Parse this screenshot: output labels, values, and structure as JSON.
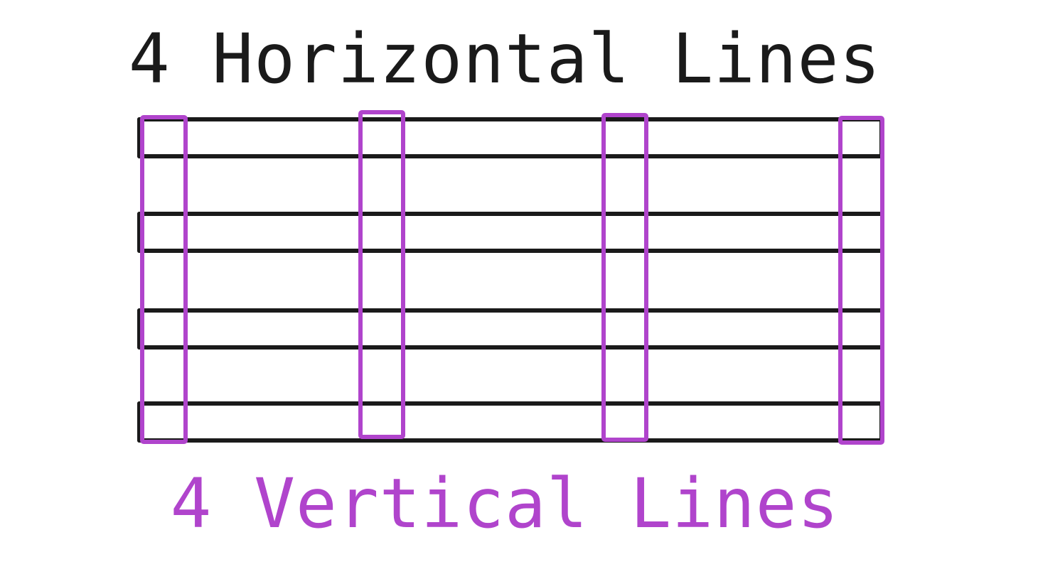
{
  "title": "4 Horizontal Lines",
  "caption": "4 Vertical Lines",
  "horizontal_line_count": 4,
  "vertical_line_count": 4,
  "colors": {
    "title": "#1a1a1a",
    "caption": "#b044cc",
    "lines": "#1a1a1a",
    "highlight": "#b044cc",
    "background": "#ffffff"
  }
}
